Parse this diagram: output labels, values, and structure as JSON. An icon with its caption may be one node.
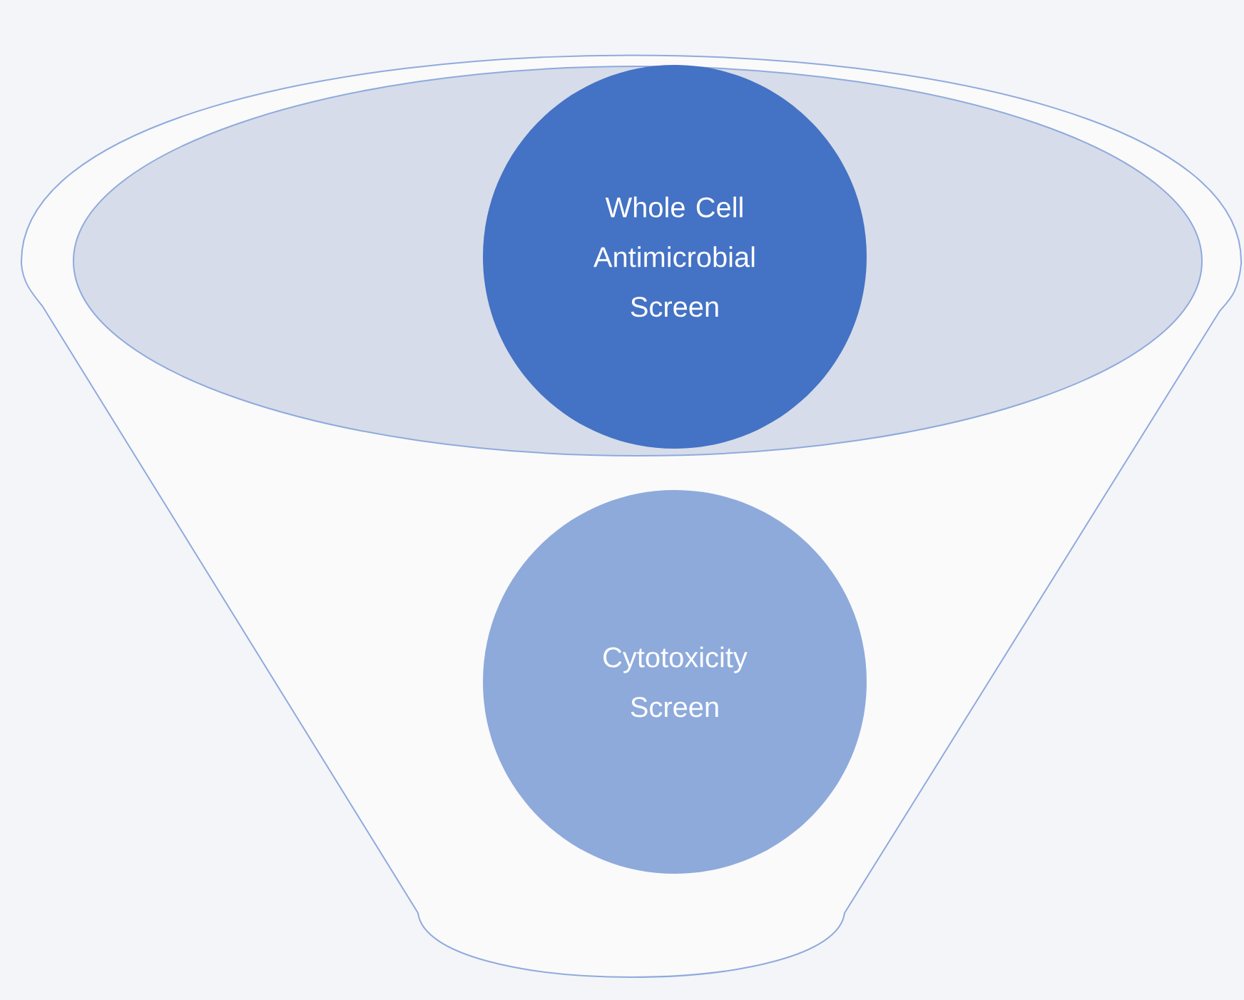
{
  "diagram": {
    "nodes": [
      {
        "text": [],
        "shape": "funnel"
      },
      {
        "text": [],
        "shape": "ellipse",
        "in": 0
      },
      {
        "text": [
          "Whole Cell Antimicrobial Screen"
        ],
        "in": 1
      },
      {
        "text": [
          "Cytotoxicity Screen"
        ],
        "in": 0
      }
    ]
  }
}
